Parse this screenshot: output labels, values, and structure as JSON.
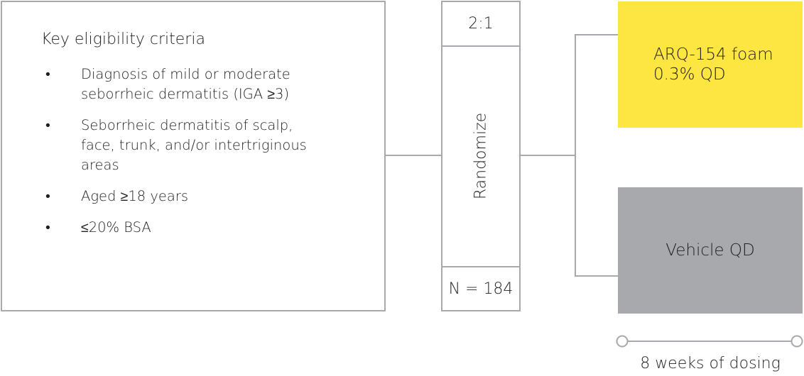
{
  "criteria": {
    "title": "Key eligibility criteria",
    "bullet": "•",
    "items": [
      "Diagnosis of mild or moderate\nseborrheic dermatitis (IGA ≥3)",
      "Seborrheic dermatitis of scalp,\nface, trunk, and/or intertriginous\nareas",
      "Aged ≥18 years",
      "≤20% BSA"
    ]
  },
  "randomization": {
    "ratio": "2:1",
    "label": "Randomize",
    "n": "N = 184"
  },
  "arms": [
    {
      "label": "ARQ-154 foam\n0.3% QD",
      "color": "#fde542"
    },
    {
      "label": "Vehicle QD",
      "color": "#a7a9ac"
    }
  ],
  "timeline": {
    "label": "8 weeks of dosing"
  },
  "colors": {
    "border": "#a7a9ac",
    "text": "#231f20"
  }
}
